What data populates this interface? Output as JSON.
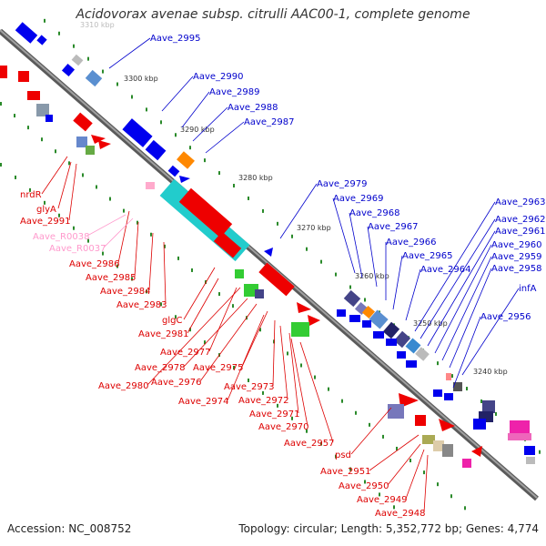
{
  "title": "Acidovorax avenae subsp. citrulli AAC00-1, complete genome",
  "footer": {
    "accession": "Accession: NC_008752",
    "summary": "Topology: circular; Length: 5,352,772 bp; Genes: 4,774"
  },
  "ticks": [
    {
      "label": "3310 kbp"
    },
    {
      "label": "3300 kbp"
    },
    {
      "label": "3290 kbp"
    },
    {
      "label": "3280 kbp"
    },
    {
      "label": "3270 kbp"
    },
    {
      "label": "3260 kbp"
    },
    {
      "label": "3250 kbp"
    },
    {
      "label": "3240 kbp"
    }
  ],
  "labels_forward": [
    "Aave_2995",
    "Aave_2990",
    "Aave_2989",
    "Aave_2988",
    "Aave_2987",
    "Aave_2979",
    "Aave_2969",
    "Aave_2968",
    "Aave_2967",
    "Aave_2966",
    "Aave_2965",
    "Aave_2964",
    "Aave_2963",
    "Aave_2962",
    "Aave_2961",
    "Aave_2960",
    "Aave_2959",
    "Aave_2958",
    "infA",
    "Aave_2956"
  ],
  "labels_reverse": [
    "nrdR",
    "glyA",
    "Aave_2991",
    "Aave_2986",
    "Aave_2985",
    "Aave_2984",
    "Aave_2983",
    "glgC",
    "Aave_2981",
    "Aave_2977",
    "Aave_2978",
    "Aave_2975",
    "Aave_2976",
    "Aave_2980",
    "Aave_2973",
    "Aave_2974",
    "Aave_2972",
    "Aave_2971",
    "Aave_2970",
    "Aave_2957",
    "psd",
    "Aave_2951",
    "Aave_2950",
    "Aave_2949",
    "Aave_2948"
  ],
  "labels_rna": [
    "Aave_R0038",
    "Aave_R0037"
  ],
  "colors": {
    "forward_label": "#0000cc",
    "reverse_label": "#dd0000",
    "rna_label": "#ff99cc",
    "backbone": "#808080",
    "gc_skew": "#2a8a2a"
  }
}
